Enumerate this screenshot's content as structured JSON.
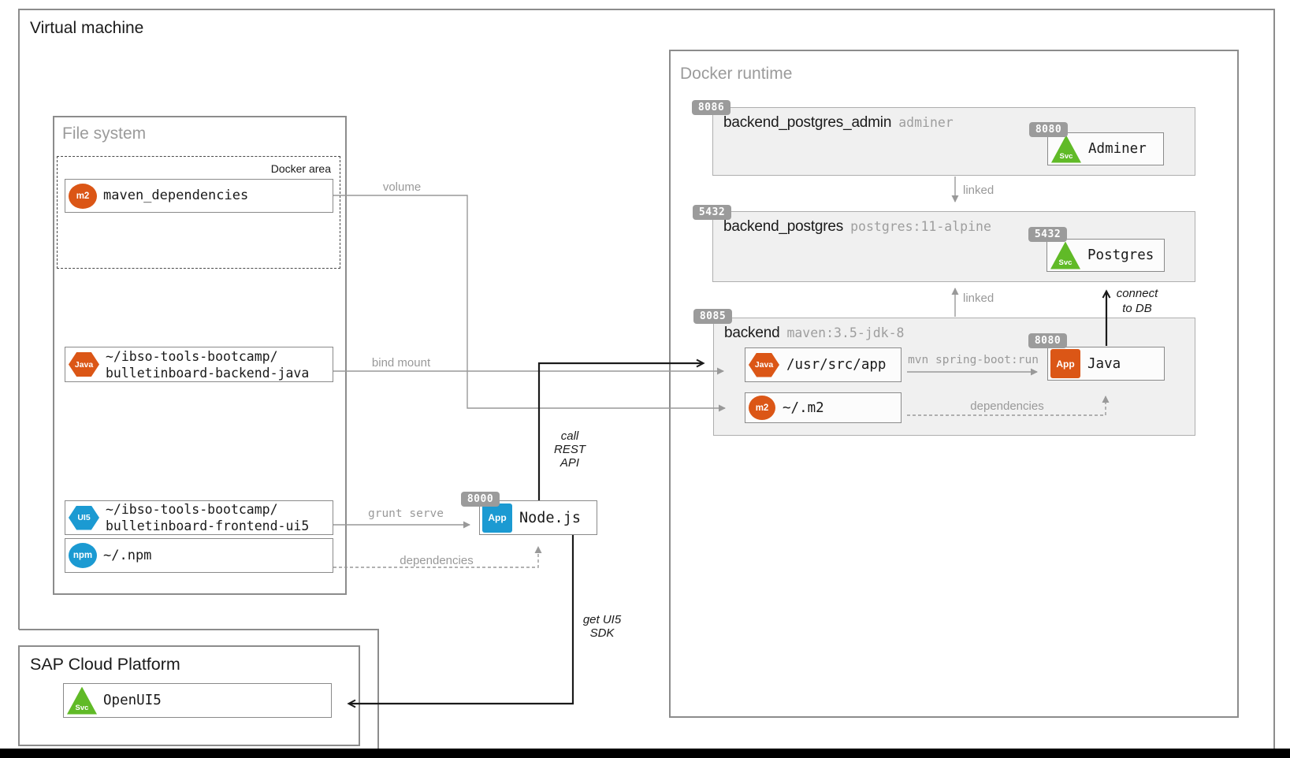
{
  "palette": {
    "orange": "#DB5616",
    "blue": "#1B9AD2",
    "green": "#60BA27",
    "border_gray": "#8c8c8c",
    "container_bg": "#f0f0f0",
    "badge_bg": "#9b9b9b",
    "label_gray": "#999999"
  },
  "vm_title": "Virtual machine",
  "file_system": {
    "title": "File system",
    "docker_area_label": "Docker area",
    "maven": {
      "icon": "m2",
      "label": "maven_dependencies"
    },
    "backend_src": {
      "icon": "Java",
      "line1": "~/ibso-tools-bootcamp/",
      "line2": "bulletinboard-backend-java"
    },
    "frontend_src": {
      "icon": "UI5",
      "line1": "~/ibso-tools-bootcamp/",
      "line2": "bulletinboard-frontend-ui5"
    },
    "npm_cache": {
      "icon": "npm",
      "label": "~/.npm"
    }
  },
  "node": {
    "port": "8000",
    "icon": "App",
    "label": "Node.js"
  },
  "sap": {
    "title": "SAP Cloud Platform",
    "service": {
      "icon": "Svc",
      "label": "OpenUI5"
    }
  },
  "docker": {
    "title": "Docker runtime",
    "admin": {
      "port": "8086",
      "name": "backend_postgres_admin",
      "image": "adminer",
      "service": {
        "port": "8080",
        "icon": "Svc",
        "label": "Adminer"
      }
    },
    "postgres": {
      "port": "5432",
      "name": "backend_postgres",
      "image": "postgres:11-alpine",
      "service": {
        "port": "5432",
        "icon": "Svc",
        "label": "Postgres"
      }
    },
    "backend": {
      "port": "8085",
      "name": "backend",
      "image": "maven:3.5-jdk-8",
      "src_mount": {
        "icon": "Java",
        "label": "/usr/src/app"
      },
      "m2_mount": {
        "icon": "m2",
        "label": "~/.m2"
      },
      "service": {
        "port": "8080",
        "icon": "App",
        "label": "Java"
      }
    }
  },
  "edges": {
    "volume": "volume",
    "bind_mount": "bind mount",
    "grunt_serve": "grunt serve",
    "npm_dependencies": "dependencies",
    "call_rest": [
      "call",
      "REST",
      "API"
    ],
    "get_ui5": [
      "get UI5",
      "SDK"
    ],
    "linked_top": "linked",
    "linked_bottom": "linked",
    "connect_db": [
      "connect",
      "to DB"
    ],
    "mvn_run": "mvn spring-boot:run",
    "m2_dependencies": "dependencies"
  }
}
